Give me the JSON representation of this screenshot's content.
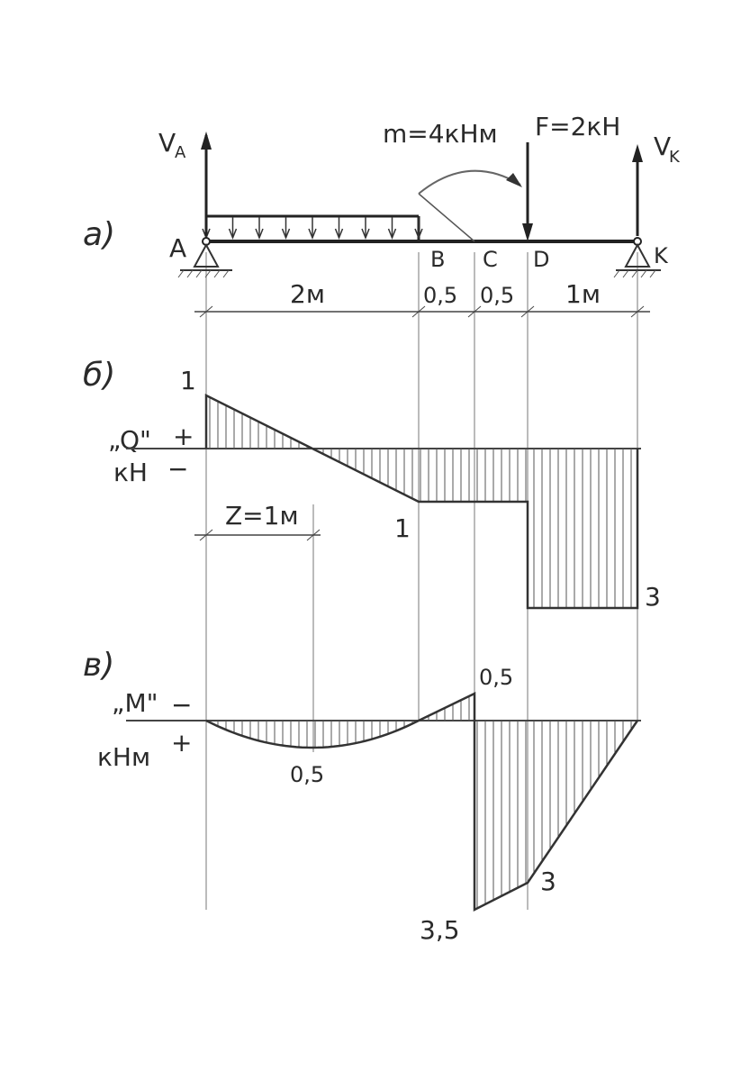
{
  "panels": {
    "a": "а)",
    "b": "б)",
    "c": "в)"
  },
  "beam": {
    "reaction_a": "V",
    "reaction_a_sub": "A",
    "reaction_k": "V",
    "reaction_k_sub": "K",
    "moment_label": "m=4кНм",
    "force_label": "F=2кН",
    "points": {
      "A": "A",
      "B": "B",
      "C": "C",
      "D": "D",
      "K": "K"
    },
    "spans": [
      "2м",
      "0,5",
      "0,5",
      "1м"
    ]
  },
  "shear": {
    "title": "„Q\"",
    "unit": "кН",
    "plus": "+",
    "minus": "−",
    "label_start": "1",
    "label_b": "1",
    "label_end": "3",
    "zero_dist": "Z=1м",
    "chart_data": {
      "type": "line",
      "x": [
        0,
        2,
        2,
        3,
        3,
        4
      ],
      "y": [
        1,
        -1,
        -1,
        -1,
        -3,
        -3
      ],
      "xlabel": "",
      "ylabel": "„Q\" кН"
    }
  },
  "moment": {
    "title": "„M\"",
    "unit": "кНм",
    "plus": "+",
    "minus": "−",
    "label_mid": "0,5",
    "label_c_top": "0,5",
    "label_c_bottom": "3,5",
    "label_d": "3",
    "chart_data": {
      "type": "line",
      "x": [
        0,
        1,
        2,
        2.5,
        2.5,
        3,
        4
      ],
      "y": [
        0,
        0.5,
        0,
        -0.5,
        3.5,
        3,
        0
      ],
      "xlabel": "",
      "ylabel": "„M\" кНм"
    }
  }
}
